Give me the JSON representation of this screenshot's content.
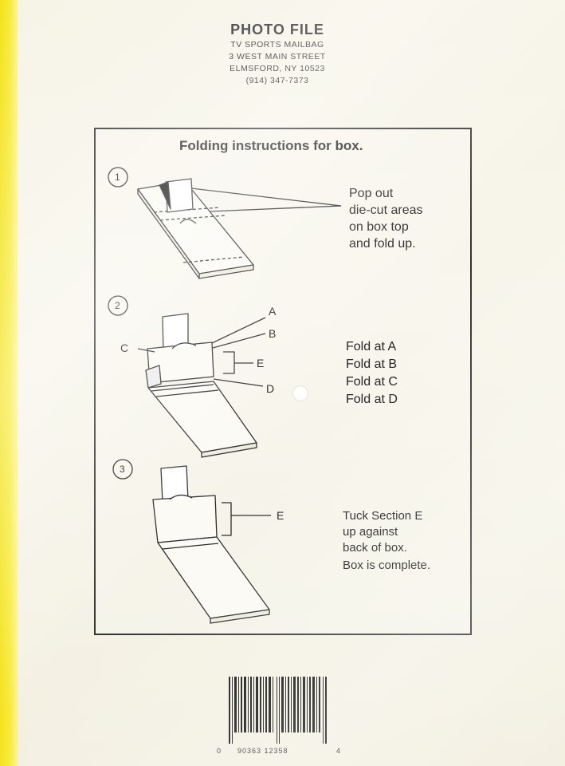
{
  "header": {
    "title": "PHOTO FILE",
    "line1": "TV SPORTS MAILBAG",
    "line2": "3 WEST MAIN STREET",
    "line3": "ELMSFORD, NY   10523",
    "line4": "(914) 347-7373"
  },
  "instructions": {
    "title": "Folding instructions for box.",
    "step1": {
      "number": "1",
      "text": [
        "Pop out",
        "die-cut areas",
        "on box top",
        "and fold up."
      ]
    },
    "step2": {
      "number": "2",
      "labels": {
        "a": "A",
        "b": "B",
        "c": "C",
        "d": "D",
        "e": "E"
      },
      "text": [
        "Fold at A",
        "Fold at B",
        "Fold at C",
        "Fold at D"
      ]
    },
    "step3": {
      "number": "3",
      "label_e": "E",
      "text": [
        "Tuck Section E",
        "up against",
        "back of box."
      ],
      "complete": "Box is complete."
    }
  },
  "barcode": {
    "left_digit": "0",
    "middle": "90363   12358",
    "right_digit": "4"
  },
  "colors": {
    "edge_yellow": "#f3e21c",
    "box_face": "#f6f3e6",
    "ink": "#222222"
  }
}
